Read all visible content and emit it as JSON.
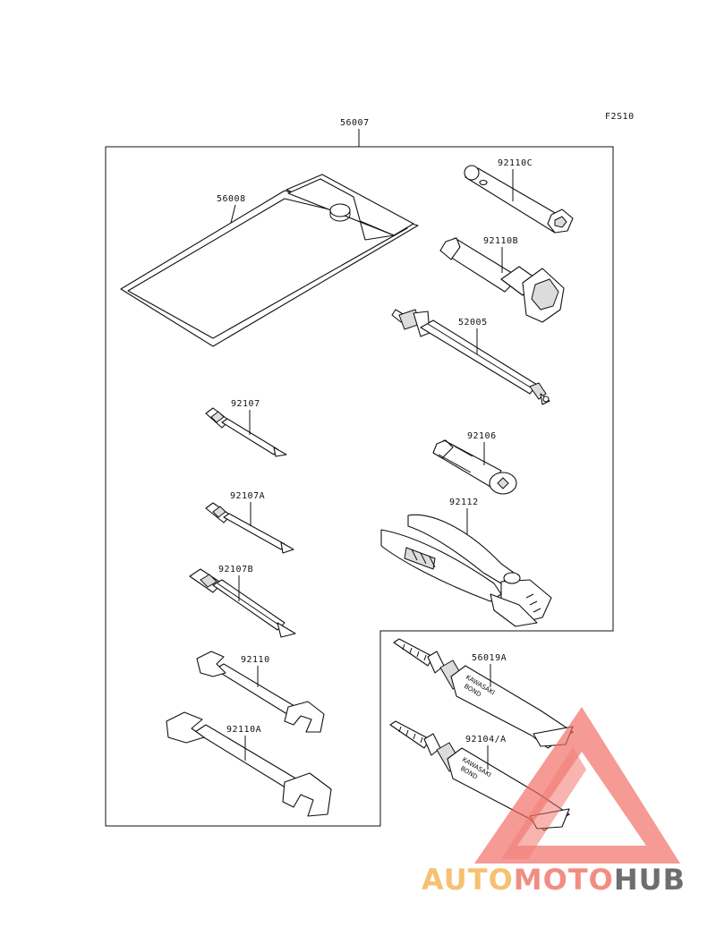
{
  "figure_code": "F2S10",
  "assembly": {
    "part_number": "56007"
  },
  "parts": [
    {
      "id": "tool-bag",
      "part_number": "56008"
    },
    {
      "id": "box-wrench-c",
      "part_number": "92110C"
    },
    {
      "id": "box-wrench-b",
      "part_number": "92110B"
    },
    {
      "id": "screwdriver-handle",
      "part_number": "52005"
    },
    {
      "id": "screwdriver-bit",
      "part_number": "92107"
    },
    {
      "id": "screwdriver-bit-a",
      "part_number": "92107A"
    },
    {
      "id": "screwdriver-bit-b",
      "part_number": "92107B"
    },
    {
      "id": "socket-adapter",
      "part_number": "92106"
    },
    {
      "id": "pliers",
      "part_number": "92112"
    },
    {
      "id": "open-wrench",
      "part_number": "92110"
    },
    {
      "id": "open-wrench-a",
      "part_number": "92110A"
    },
    {
      "id": "bond-tube-1",
      "part_number": "56019A"
    },
    {
      "id": "bond-tube-2",
      "part_number": "92104/A"
    }
  ],
  "tube_print": {
    "line1": "KAWASAKI",
    "line2": "BOND"
  },
  "watermark": {
    "part1": "AUTO",
    "part2": "MOTO",
    "part3": "HUB",
    "colors": {
      "auto": "#f5b75a",
      "moto": "#f07a6e",
      "hub": "#555555",
      "triangle": "#f06a62"
    }
  }
}
